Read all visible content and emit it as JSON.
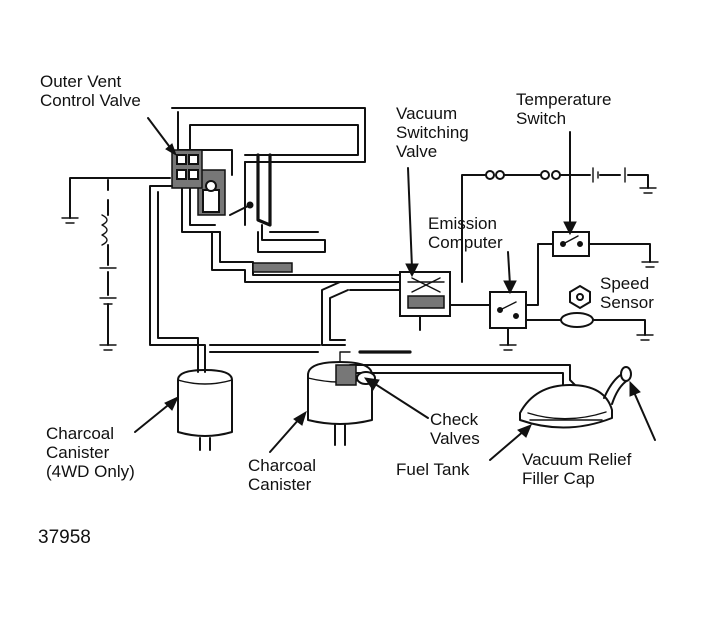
{
  "labels": {
    "outer_vent_control_valve": [
      "Outer Vent",
      "Control Valve"
    ],
    "vacuum_switching_valve": [
      "Vacuum",
      "Switching",
      "Valve"
    ],
    "temperature_switch": [
      "Temperature",
      "Switch"
    ],
    "emission_computer": [
      "Emission",
      "Computer"
    ],
    "speed_sensor": [
      "Speed",
      "Sensor"
    ],
    "charcoal_canister_4wd": [
      "Charcoal",
      "Canister",
      "(4WD Only)"
    ],
    "charcoal_canister": [
      "Charcoal",
      "Canister"
    ],
    "check_valves": [
      "Check",
      "Valves"
    ],
    "fuel_tank": [
      "Fuel Tank"
    ],
    "vacuum_relief_filler_cap": [
      "Vacuum Relief",
      "Filler Cap"
    ]
  },
  "figure_number": "37958",
  "colors": {
    "ink": "#111111",
    "paper": "#ffffff",
    "shade": "#777777"
  }
}
